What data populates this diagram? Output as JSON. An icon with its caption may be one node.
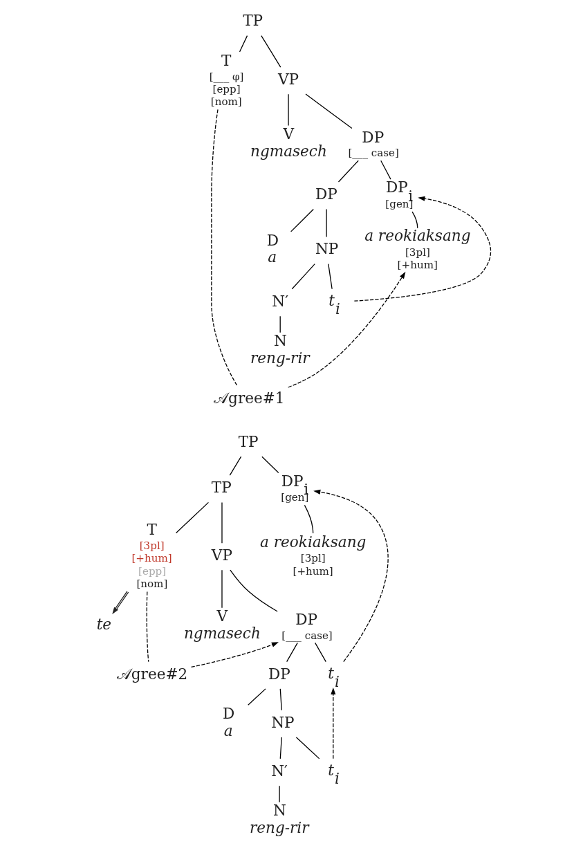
{
  "diagram": {
    "nodes": [
      {
        "text": [
          "TP"
        ]
      },
      {
        "text": [
          "T",
          "[___ φ]",
          "[epp]",
          "[nom]"
        ]
      },
      {
        "text": [
          "VP"
        ]
      },
      {
        "text": [
          "V",
          "ngmasech"
        ]
      },
      {
        "text": [
          "DP",
          "[___ case]"
        ]
      },
      {
        "text": [
          "DP"
        ]
      },
      {
        "text": [
          "DP$_{i}$",
          "[gen]"
        ]
      },
      {
        "text": [
          "a reokiaksang",
          "[3pl]",
          "[+hum]"
        ]
      },
      {
        "text": [
          "D",
          "a"
        ]
      },
      {
        "text": [
          "NP"
        ]
      },
      {
        "text": [
          "N′"
        ]
      },
      {
        "text": [
          "t$_{i}$"
        ]
      },
      {
        "text": [
          "N",
          "reng-rir"
        ]
      },
      {
        "text": [
          "𝒜gree#1"
        ]
      },
      {
        "text": [
          "TP"
        ]
      },
      {
        "text": [
          "TP"
        ]
      },
      {
        "text": [
          "DP$_{i}$",
          "[gen]"
        ]
      },
      {
        "text": [
          "T",
          "[3pl]",
          "[+hum]",
          "[epp]",
          "[nom]"
        ]
      },
      {
        "text": [
          "VP"
        ]
      },
      {
        "text": [
          "a reokiaksang",
          "[3pl]",
          "[+hum]"
        ]
      },
      {
        "text": [
          "V",
          "ngmasech"
        ]
      },
      {
        "text": [
          "DP",
          "[___ case]"
        ]
      },
      {
        "text": [
          "te"
        ]
      },
      {
        "text": [
          "𝒜gree#2"
        ]
      },
      {
        "text": [
          "DP"
        ]
      },
      {
        "text": [
          "t$_{i}$"
        ]
      },
      {
        "text": [
          "D",
          "a"
        ]
      },
      {
        "text": [
          "NP"
        ]
      },
      {
        "text": [
          "N′"
        ]
      },
      {
        "text": [
          "t$_{i}$"
        ]
      },
      {
        "text": [
          "N",
          "reng-rir"
        ]
      }
    ],
    "edges": [
      {
        "from": 0,
        "to": 1,
        "arrow": "none"
      },
      {
        "from": 0,
        "to": 2,
        "arrow": "none"
      },
      {
        "from": 2,
        "to": 3,
        "arrow": "none"
      },
      {
        "from": 2,
        "to": 4,
        "arrow": "none"
      },
      {
        "from": 4,
        "to": 5,
        "arrow": "none"
      },
      {
        "from": 4,
        "to": 6,
        "arrow": "none"
      },
      {
        "from": 6,
        "to": 7,
        "arrow": "none"
      },
      {
        "from": 5,
        "to": 8,
        "arrow": "none"
      },
      {
        "from": 5,
        "to": 9,
        "arrow": "none"
      },
      {
        "from": 9,
        "to": 10,
        "arrow": "none"
      },
      {
        "from": 9,
        "to": 11,
        "arrow": "none"
      },
      {
        "from": 10,
        "to": 12,
        "arrow": "none"
      },
      {
        "from": 11,
        "to": 6,
        "arrow": "to",
        "style": "dashed"
      },
      {
        "from": 1,
        "to": 13,
        "arrow": "none",
        "style": "dashed"
      },
      {
        "from": 13,
        "to": 7,
        "arrow": "to",
        "style": "dashed"
      },
      {
        "from": 14,
        "to": 15,
        "arrow": "none"
      },
      {
        "from": 14,
        "to": 16,
        "arrow": "none"
      },
      {
        "from": 15,
        "to": 17,
        "arrow": "none"
      },
      {
        "from": 15,
        "to": 18,
        "arrow": "none"
      },
      {
        "from": 16,
        "to": 19,
        "arrow": "none"
      },
      {
        "from": 18,
        "to": 20,
        "arrow": "none"
      },
      {
        "from": 18,
        "to": 21,
        "arrow": "none"
      },
      {
        "from": 17,
        "to": 22,
        "arrow": "to"
      },
      {
        "from": 21,
        "to": 24,
        "arrow": "none"
      },
      {
        "from": 21,
        "to": 25,
        "arrow": "none"
      },
      {
        "from": 24,
        "to": 26,
        "arrow": "none"
      },
      {
        "from": 24,
        "to": 27,
        "arrow": "none"
      },
      {
        "from": 27,
        "to": 28,
        "arrow": "none"
      },
      {
        "from": 27,
        "to": 29,
        "arrow": "none"
      },
      {
        "from": 28,
        "to": 30,
        "arrow": "none"
      },
      {
        "from": 29,
        "to": 25,
        "arrow": "to",
        "style": "dashed"
      },
      {
        "from": 25,
        "to": 16,
        "arrow": "to",
        "style": "dashed"
      },
      {
        "from": 17,
        "to": 23,
        "arrow": "none",
        "style": "dashed"
      },
      {
        "from": 23,
        "to": 21,
        "arrow": "to",
        "style": "dashed"
      }
    ]
  }
}
